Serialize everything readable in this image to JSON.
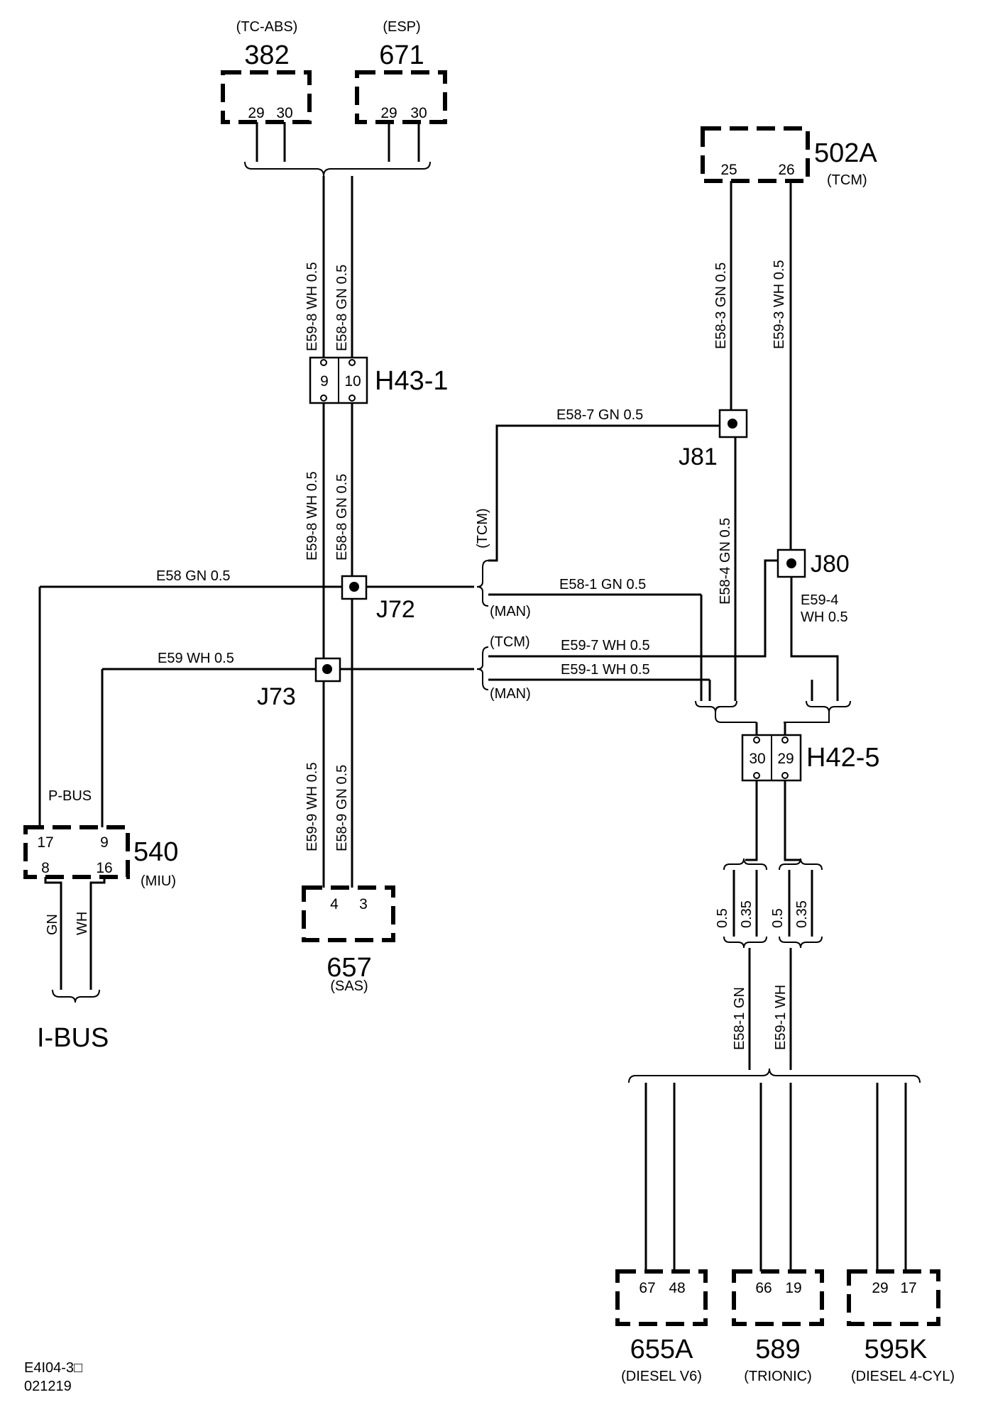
{
  "components": {
    "c382": {
      "label": "382",
      "sub": "(TC-ABS)",
      "pins": [
        "29",
        "30"
      ]
    },
    "c671": {
      "label": "671",
      "sub": "(ESP)",
      "pins": [
        "29",
        "30"
      ]
    },
    "c502a": {
      "label": "502A",
      "sub": "(TCM)",
      "pins": [
        "25",
        "26"
      ]
    },
    "c540": {
      "label": "540",
      "sub": "(MIU)",
      "pins": [
        "17",
        "9",
        "8",
        "16"
      ]
    },
    "c657": {
      "label": "657",
      "sub": "(SAS)",
      "pins": [
        "4",
        "3"
      ]
    },
    "c655a": {
      "label": "655A",
      "sub": "(DIESEL V6)",
      "pins": [
        "67",
        "48"
      ]
    },
    "c589": {
      "label": "589",
      "sub": "(TRIONIC)",
      "pins": [
        "66",
        "19"
      ]
    },
    "c595k": {
      "label": "595K",
      "sub": "(DIESEL 4-CYL)",
      "pins": [
        "29",
        "17"
      ]
    }
  },
  "connectors": {
    "h43": {
      "label": "H43-1",
      "pins": [
        "9",
        "10"
      ]
    },
    "h42": {
      "label": "H42-5",
      "pins": [
        "30",
        "29"
      ]
    }
  },
  "junctions": {
    "j72": "J72",
    "j73": "J73",
    "j80": "J80",
    "j81": "J81"
  },
  "wires": {
    "e59_8": "E59-8  WH  0.5",
    "e58_8": "E58-8  GN  0.5",
    "e58_3": "E58-3  GN  0.5",
    "e59_3": "E59-3  WH  0.5",
    "e58_7": "E58-7  GN   0.5",
    "e58_4": "E58-4  GN  0.5",
    "e59_4a": "E59-4",
    "e59_4b": "WH  0.5",
    "e58": "E58   GN   0.5",
    "e59": "E59   WH   0.5",
    "e58_1h": "E58-1   GN   0.5",
    "e59_7": "E59-7   WH   0.5",
    "e59_1h": "E59-1   WH   0.5",
    "e59_9": "E59-9  WH  0.5",
    "e58_9": "E58-9  GN  0.5",
    "e58_1v": "E58-1  GN",
    "e59_1v": "E59-1  WH",
    "size1": "0.5",
    "size2": "0.35",
    "gn": "GN",
    "wh": "WH"
  },
  "tags": {
    "tcm": "(TCM)",
    "man": "(MAN)",
    "pbus": "P-BUS",
    "ibus": "I-BUS"
  },
  "footer": {
    "code": "E4I04-3□",
    "date": "021219"
  }
}
